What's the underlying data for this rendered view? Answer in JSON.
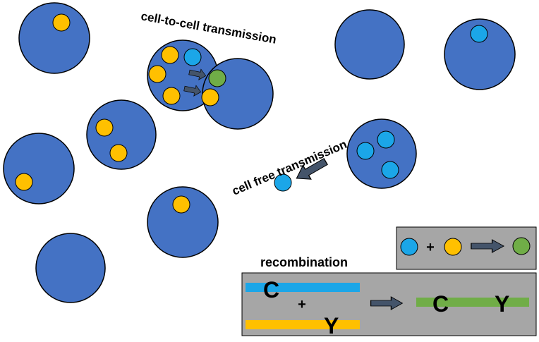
{
  "labels": {
    "cell_to_cell": "cell-to-cell transmission",
    "cell_free": "cell free transmission",
    "recombination": "recombination"
  },
  "legend": {
    "plus": "+"
  },
  "recombination_box": {
    "letter_c_left": "C",
    "letter_y_left": "Y",
    "plus": "+",
    "letter_c_right": "C",
    "letter_y_right": "Y"
  },
  "colors": {
    "cell": "#4472c4",
    "virus_blue": "#1ba6e8",
    "virus_yellow": "#ffc000",
    "virus_green": "#70ad47",
    "arrow": "#44546a",
    "box": "#a6a6a6",
    "outline": "#000000"
  }
}
